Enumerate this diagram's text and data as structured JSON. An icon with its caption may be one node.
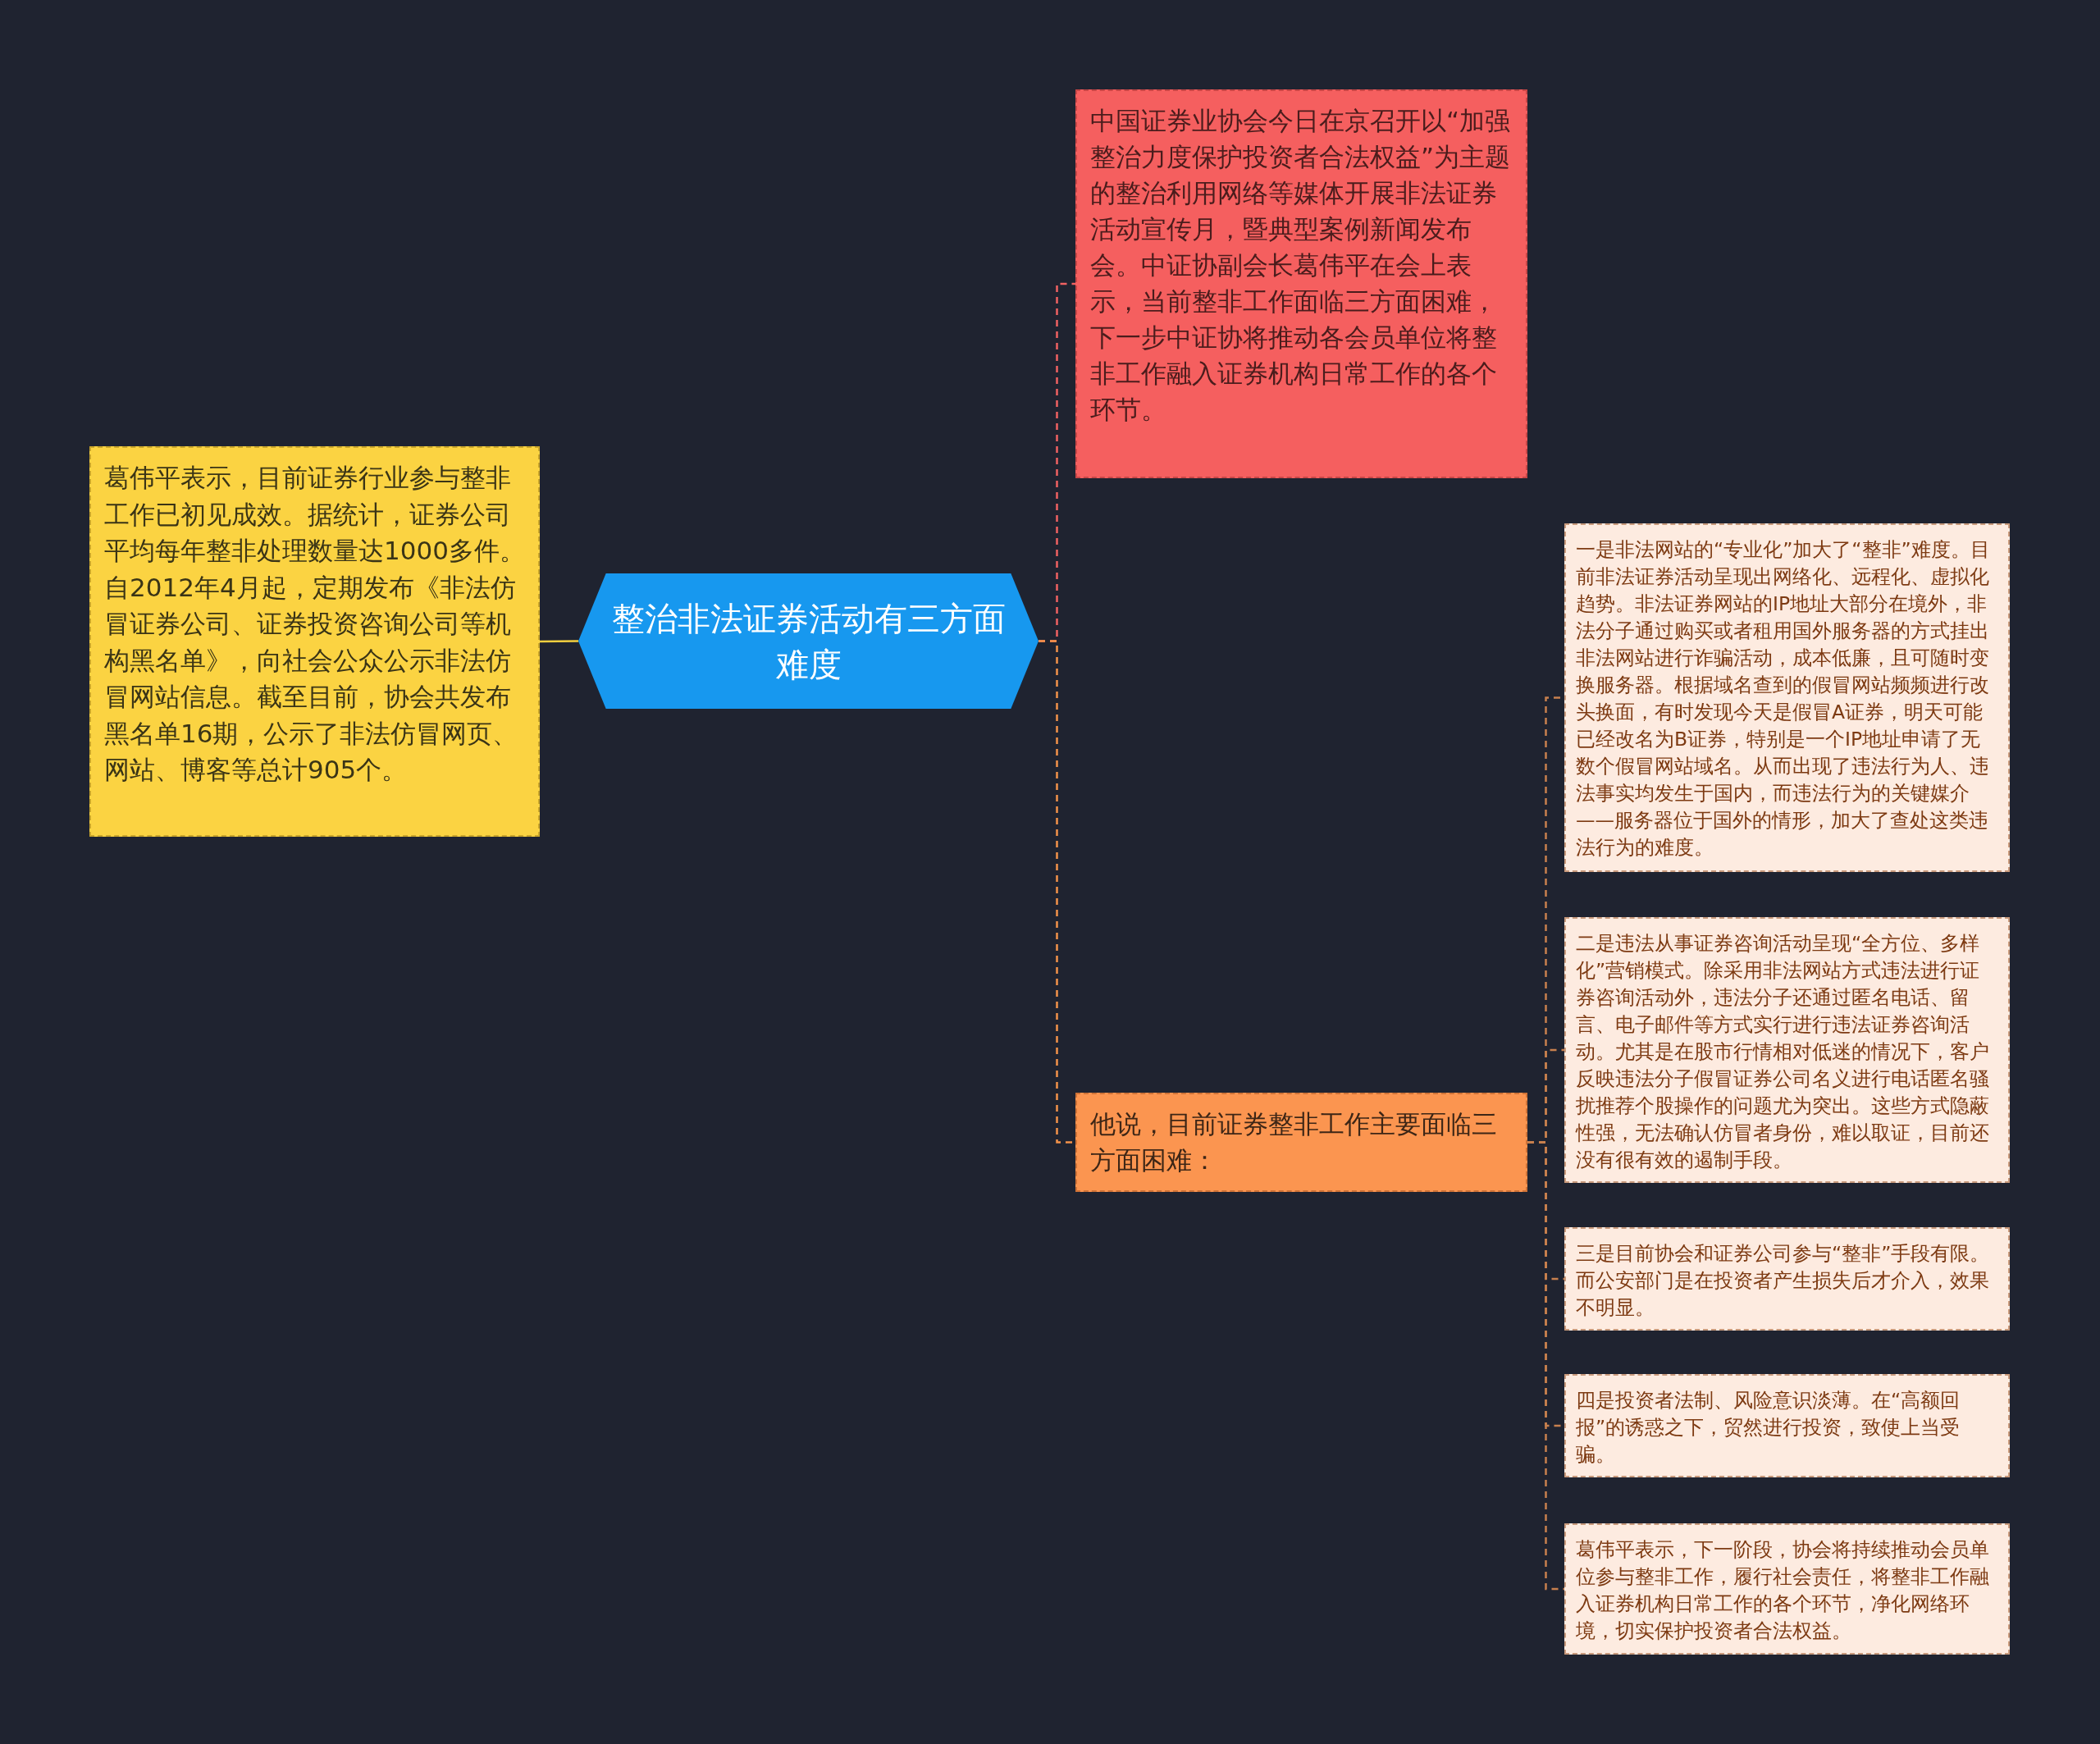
{
  "diagram": {
    "nodes": [
      {
        "text": [
          "整治非法证券活动有三方面难度"
        ]
      },
      {
        "text": [
          "葛伟平表示，目前证券行业参与整非工作已初见成效。据统计，证券公司平均每年整非处理数量达1000多件。自2012年4月起，定期发布《非法仿冒证券公司、证券投资咨询公司等机构黑名单》，向社会公众公示非法仿冒网站信息。截至目前，协会共发布黑名单16期，公示了非法仿冒网页、网站、博客等总计905个。"
        ]
      },
      {
        "text": [
          "中国证券业协会今日在京召开以“加强整治力度保护投资者合法权益”为主题的整治利用网络等媒体开展非法证券活动宣传月，暨典型案例新闻发布会。中证协副会长葛伟平在会上表示，当前整非工作面临三方面困难，下一步中证协将推动各会员单位将整非工作融入证券机构日常工作的各个环节。"
        ]
      },
      {
        "text": [
          "他说，目前证券整非工作主要面临三方面困难："
        ]
      },
      {
        "text": [
          "一是非法网站的“专业化”加大了“整非”难度。目前非法证券活动呈现出网络化、远程化、虚拟化趋势。非法证券网站的IP地址大部分在境外，非法分子通过购买或者租用国外服务器的方式挂出非法网站进行诈骗活动，成本低廉，且可随时变换服务器。根据域名查到的假冒网站频频进行改头换面，有时发现今天是假冒A证券，明天可能已经改名为B证券，特别是一个IP地址申请了无数个假冒网站域名。从而出现了违法行为人、违法事实均发生于国内，而违法行为的关键媒介——服务器位于国外的情形，加大了查处这类违法行为的难度。"
        ]
      },
      {
        "text": [
          "二是违法从事证券咨询活动呈现“全方位、多样化”营销模式。除采用非法网站方式违法进行证券咨询活动外，违法分子还通过匿名电话、留言、电子邮件等方式实行进行违法证券咨询活动。尤其是在股市行情相对低迷的情况下，客户反映违法分子假冒证券公司名义进行电话匿名骚扰推荐个股操作的问题尤为突出。这些方式隐蔽性强，无法确认仿冒者身份，难以取证，目前还没有很有效的遏制手段。"
        ]
      },
      {
        "text": [
          "三是目前协会和证券公司参与“整非”手段有限。而公安部门是在投资者产生损失后才介入，效果不明显。"
        ]
      },
      {
        "text": [
          "四是投资者法制、风险意识淡薄。在“高额回报”的诱惑之下，贸然进行投资，致使上当受骗。"
        ]
      },
      {
        "text": [
          "葛伟平表示，下一阶段，协会将持续推动会员单位参与整非工作，履行社会责任，将整非工作融入证券机构日常工作的各个环节，净化网络环境，切实保护投资者合法权益。"
        ]
      }
    ],
    "edges": [
      {
        "from": 0,
        "to": 1,
        "arrow": "none",
        "color": "#f2cf3f"
      },
      {
        "from": 0,
        "to": 2,
        "arrow": "none",
        "style": "dashed",
        "color": "#f06262"
      },
      {
        "from": 0,
        "to": 3,
        "arrow": "none",
        "style": "dashed",
        "color": "#f4934a"
      },
      {
        "from": 3,
        "to": 4,
        "arrow": "none",
        "style": "dashed"
      },
      {
        "from": 3,
        "to": 5,
        "arrow": "none",
        "style": "dashed"
      },
      {
        "from": 3,
        "to": 6,
        "arrow": "none",
        "style": "dashed"
      },
      {
        "from": 3,
        "to": 7,
        "arrow": "none",
        "style": "dashed"
      },
      {
        "from": 3,
        "to": 8,
        "arrow": "none",
        "style": "dashed"
      }
    ]
  }
}
